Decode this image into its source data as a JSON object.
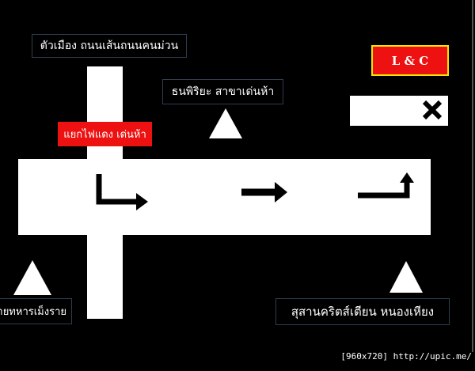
{
  "labels": {
    "city_road": "ตัวเมือง  ถนนเส้นถนนคนม่วน",
    "bank": "ธนพิริยะ  สาขาเด่นห้า",
    "intersection": "แยกไฟแดง เด่นห้า",
    "shop": "L & C",
    "army_camp": "ายทหารเม็งราย",
    "cemetery": "สุสานคริตส์เตียน หนองเหียง"
  },
  "footer": "[960x720] http://upic.me/",
  "colors": {
    "intersection_bg": "#ee1111",
    "shop_bg": "#ee1111",
    "shop_border": "#f2e600",
    "road": "#ffffff",
    "background": "#000000"
  },
  "icons": {
    "destination": "x-mark-icon",
    "landmark": "triangle-icon"
  }
}
